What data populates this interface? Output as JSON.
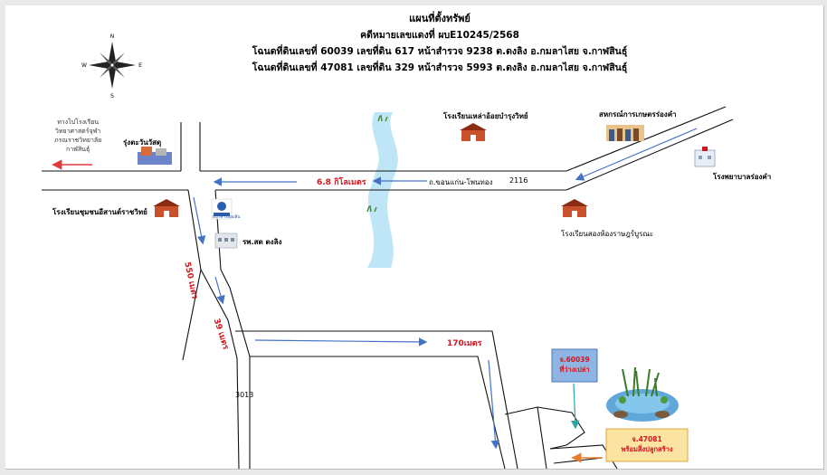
{
  "header": {
    "title": "แผนที่ตั้งทรัพย์",
    "case_no": "คดีหมายเลขแดงที่ ผบE10245/2568",
    "deed_line_1": "โฉนดที่ดินเลขที่ 60039 เลขที่ดิน 617 หน้าสำรวจ 9238 ต.ดงลิง อ.กมลาไสย จ.กาฬสินธุ์",
    "deed_line_2": "โฉนดที่ดินเลขที่ 47081 เลขที่ดิน 329 หน้าสำรวจ 5993 ต.ดงลิง อ.กมลาไสย จ.กาฬสินธุ์"
  },
  "compass": {
    "n": "N",
    "s": "S",
    "e": "E",
    "w": "W"
  },
  "places": {
    "direction_note": [
      "ทางไปโรงเรียน",
      "วิทยาศาสตร์จุฬา",
      "ภรณราชวิทยาลัย",
      "กาฬสินธุ์"
    ],
    "rung_tawan": "รุ่งตะวันวัสดุ",
    "school_lao_oi": "โรงเรียนเหล่าอ้อยบำรุงวิทย์",
    "coop": "สหกรณ์การเกษตรร่องคำ",
    "hospital_rong_kham": "โรงพยาบาลร่องคำ",
    "school_chumchon": "โรงเรียนชุมชนอีสานต์ราชวิทย์",
    "school_song_hong": "โรงเรียนสองห้องราษฎร์บูรณะ",
    "health_center": "รพ.สต ดงลิง",
    "bank_sign": "ธนาคารออมสิน"
  },
  "roads": {
    "main_road": "ถ.ขอนแก่น-โพนทอง",
    "route_2116": "2116",
    "route_3013": "3013"
  },
  "distances": {
    "d1": "6.8 กิโลเมตร",
    "d2": "550 เมตร",
    "d3": "39 เมตร",
    "d4": "170เมตร"
  },
  "plots": {
    "p1_number": "จ.60039",
    "p1_desc": "ที่ว่างเปล่า",
    "p2_number": "จ.47081",
    "p2_desc": "พร้อมสิ่งปลูกสร้าง"
  },
  "colors": {
    "arrow_blue": "#4472c4",
    "river": "#bfe6f7",
    "distance_red": "#d2161e",
    "plot1_fill": "#8db4e2",
    "plot2_fill": "#fbe3a2"
  }
}
